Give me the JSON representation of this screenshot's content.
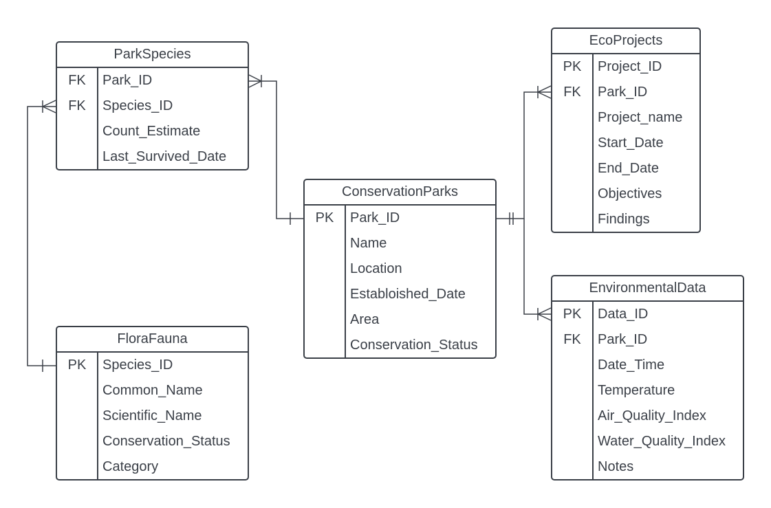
{
  "entities": [
    {
      "id": "park-species",
      "title": "ParkSpecies",
      "rows": [
        {
          "key": "FK",
          "field": "Park_ID"
        },
        {
          "key": "FK",
          "field": "Species_ID"
        },
        {
          "key": "",
          "field": "Count_Estimate"
        },
        {
          "key": "",
          "field": "Last_Survived_Date"
        }
      ]
    },
    {
      "id": "flora-fauna",
      "title": "FloraFauna",
      "rows": [
        {
          "key": "PK",
          "field": "Species_ID"
        },
        {
          "key": "",
          "field": "Common_Name"
        },
        {
          "key": "",
          "field": "Scientific_Name"
        },
        {
          "key": "",
          "field": "Conservation_Status"
        },
        {
          "key": "",
          "field": "Category"
        }
      ]
    },
    {
      "id": "conservation-parks",
      "title": "ConservationParks",
      "rows": [
        {
          "key": "PK",
          "field": "Park_ID"
        },
        {
          "key": "",
          "field": "Name"
        },
        {
          "key": "",
          "field": "Location"
        },
        {
          "key": "",
          "field": "Establoished_Date"
        },
        {
          "key": "",
          "field": "Area"
        },
        {
          "key": "",
          "field": "Conservation_Status"
        }
      ]
    },
    {
      "id": "eco-projects",
      "title": "EcoProjects",
      "rows": [
        {
          "key": "PK",
          "field": "Project_ID"
        },
        {
          "key": "FK",
          "field": "Park_ID"
        },
        {
          "key": "",
          "field": "Project_name"
        },
        {
          "key": "",
          "field": "Start_Date"
        },
        {
          "key": "",
          "field": "End_Date"
        },
        {
          "key": "",
          "field": "Objectives"
        },
        {
          "key": "",
          "field": "Findings"
        }
      ]
    },
    {
      "id": "environmental-data",
      "title": "EnvironmentalData",
      "rows": [
        {
          "key": "PK",
          "field": "Data_ID"
        },
        {
          "key": "FK",
          "field": "Park_ID"
        },
        {
          "key": "",
          "field": "Date_Time"
        },
        {
          "key": "",
          "field": "Temperature"
        },
        {
          "key": "",
          "field": "Air_Quality_Index"
        },
        {
          "key": "",
          "field": "Water_Quality_Index"
        },
        {
          "key": "",
          "field": "Notes"
        }
      ]
    }
  ],
  "relationships": [
    {
      "from": "conservation-parks",
      "to": "park-species",
      "from_end": "one",
      "to_end": "many"
    },
    {
      "from": "flora-fauna",
      "to": "park-species",
      "from_end": "one",
      "to_end": "many"
    },
    {
      "from": "conservation-parks",
      "to": "eco-projects",
      "from_end": "one",
      "to_end": "many"
    },
    {
      "from": "conservation-parks",
      "to": "environmental-data",
      "from_end": "one",
      "to_end": "many"
    }
  ],
  "colors": {
    "stroke": "#3a3f47",
    "text": "#3a3f47",
    "background": "#ffffff"
  }
}
